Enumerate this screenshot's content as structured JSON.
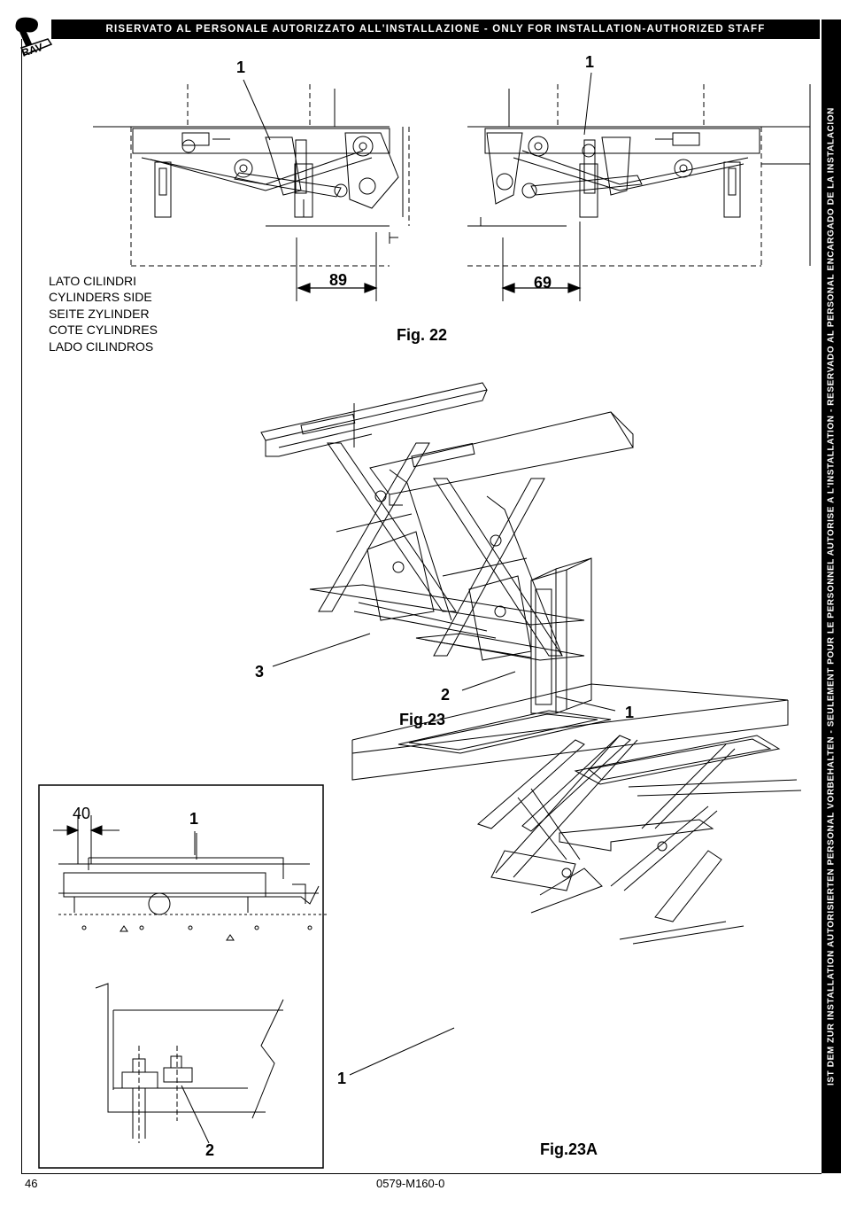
{
  "header": {
    "banner": "RISERVATO AL PERSONALE AUTORIZZATO ALL'INSTALLAZIONE - ONLY FOR INSTALLATION-AUTHORIZED STAFF",
    "side_banner": "IST DEM ZUR INSTALLATION AUTORISIERTEN PERSONAL VORBEHALTEN - SEULEMENT POUR LE PERSONNEL AUTORISE A L'INSTALLATION - RESERVADO AL PERSONAL ENCARGADO DE LA INSTALACION",
    "logo_text": "RAV"
  },
  "fig22": {
    "caption": "Fig. 22",
    "label_left": "1",
    "label_right": "1",
    "dim_left": "89",
    "dim_right": "69",
    "side_labels": [
      "LATO CILINDRI",
      "CYLINDERS SIDE",
      "SEITE ZYLINDER",
      "COTE CYLINDRES",
      "LADO CILINDROS"
    ]
  },
  "fig23": {
    "caption": "Fig.23",
    "label_3": "3",
    "label_2": "2",
    "label_1": "1"
  },
  "detail": {
    "dim_40": "40",
    "label_1": "1",
    "label_2": "2"
  },
  "fig23a": {
    "caption": "Fig.23A",
    "label_1": "1"
  },
  "footer": {
    "page_number": "46",
    "doc_code": "0579-M160-0"
  }
}
